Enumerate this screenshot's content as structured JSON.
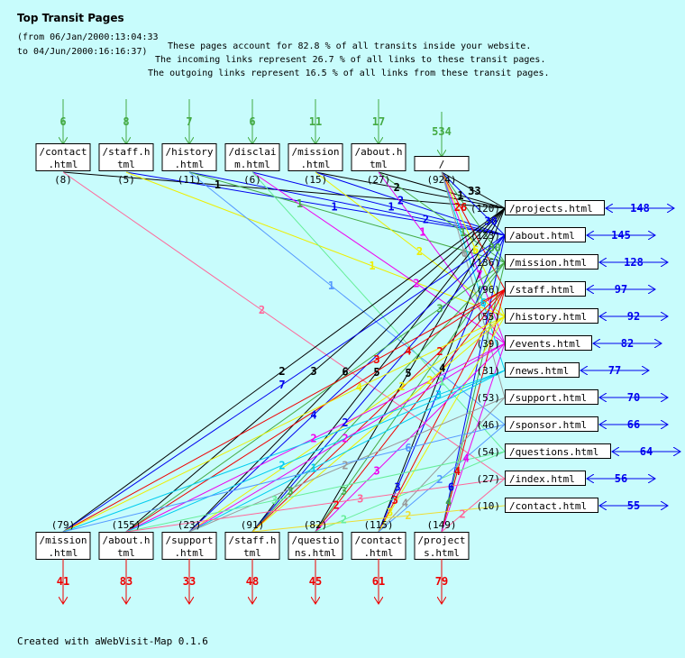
{
  "header": {
    "title": "Top Transit Pages",
    "period_from": "(from 06/Jan/2000:13:04:33",
    "period_to": "to 04/Jun/2000:16:16:37)",
    "stat1": "These pages account for 82.8 % of all transits inside your website.",
    "stat2": "The incoming links represent 26.7 % of all links to these transit pages.",
    "stat3": "The outgoing links represent 16.5 % of all links from these transit pages."
  },
  "footer": "Created with aWebVisit-Map 0.1.6",
  "colors": {
    "background": "#c8fcfc",
    "incoming": "#44aa44",
    "outgoing": "#ee0000",
    "transit": "#0000ee"
  },
  "top_nodes": [
    {
      "lines": [
        "/contact",
        ".html"
      ],
      "count": "(8)",
      "incoming": "6"
    },
    {
      "lines": [
        "/staff.h",
        "tml"
      ],
      "count": "(5)",
      "incoming": "8"
    },
    {
      "lines": [
        "/history",
        ".html"
      ],
      "count": "(11)",
      "incoming": "7"
    },
    {
      "lines": [
        "/disclai",
        "m.html"
      ],
      "count": "(6)",
      "incoming": "6"
    },
    {
      "lines": [
        "/mission",
        ".html"
      ],
      "count": "(15)",
      "incoming": "11"
    },
    {
      "lines": [
        "/about.h",
        "tml"
      ],
      "count": "(27)",
      "incoming": "17"
    },
    {
      "lines": [
        "/"
      ],
      "count": "(924)",
      "incoming": "534"
    }
  ],
  "transit_nodes": [
    {
      "label": "/projects.html",
      "count": "(120)",
      "transits": "148",
      "color": "#000000"
    },
    {
      "label": "/about.html",
      "count": "(123)",
      "transits": "145",
      "color": "#0000ee"
    },
    {
      "label": "/mission.html",
      "count": "(136)",
      "transits": "128",
      "color": "#44aa44"
    },
    {
      "label": "/staff.html",
      "count": "(96)",
      "transits": "97",
      "color": "#ee0000"
    },
    {
      "label": "/history.html",
      "count": "(55)",
      "transits": "92",
      "color": "#eeee00"
    },
    {
      "label": "/events.html",
      "count": "(39)",
      "transits": "82",
      "color": "#ee00ee"
    },
    {
      "label": "/news.html",
      "count": "(31)",
      "transits": "77",
      "color": "#00ccee"
    },
    {
      "label": "/support.html",
      "count": "(53)",
      "transits": "70",
      "color": "#999999"
    },
    {
      "label": "/sponsor.html",
      "count": "(46)",
      "transits": "66",
      "color": "#5599ff"
    },
    {
      "label": "/questions.html",
      "count": "(54)",
      "transits": "64",
      "color": "#66ee99"
    },
    {
      "label": "/index.html",
      "count": "(27)",
      "transits": "56",
      "color": "#ff6699"
    },
    {
      "label": "/contact.html",
      "count": "(10)",
      "transits": "55",
      "color": "#eedd33"
    }
  ],
  "bottom_nodes": [
    {
      "lines": [
        "/mission",
        ".html"
      ],
      "count": "(79)",
      "outgoing": "41"
    },
    {
      "lines": [
        "/about.h",
        "tml"
      ],
      "count": "(155)",
      "outgoing": "83"
    },
    {
      "lines": [
        "/support",
        ".html"
      ],
      "count": "(23)",
      "outgoing": "33"
    },
    {
      "lines": [
        "/staff.h",
        "tml"
      ],
      "count": "(91)",
      "outgoing": "48"
    },
    {
      "lines": [
        "/questio",
        "ns.html"
      ],
      "count": "(82)",
      "outgoing": "45"
    },
    {
      "lines": [
        "/contact",
        ".html"
      ],
      "count": "(115)",
      "outgoing": "61"
    },
    {
      "lines": [
        "/project",
        "s.html"
      ],
      "count": "(149)",
      "outgoing": "79"
    }
  ],
  "in_edges": [
    {
      "from": 0,
      "to": 0,
      "count": "1",
      "color": "#000000"
    },
    {
      "from": 0,
      "to": 10,
      "count": "2",
      "color": "#ff6699"
    },
    {
      "from": 1,
      "to": 1,
      "count": "1",
      "color": "#0000ee"
    },
    {
      "from": 1,
      "to": 4,
      "count": "1",
      "color": "#eeee00"
    },
    {
      "from": 2,
      "to": 1,
      "count": "2",
      "color": "#0000ee"
    },
    {
      "from": 2,
      "to": 2,
      "count": "1",
      "color": "#44aa44"
    },
    {
      "from": 2,
      "to": 8,
      "count": "1",
      "color": "#5599ff"
    },
    {
      "from": 3,
      "to": 1,
      "count": "1",
      "color": "#0000ee"
    },
    {
      "from": 3,
      "to": 5,
      "count": "2",
      "color": "#ee00ee"
    },
    {
      "from": 3,
      "to": 9,
      "count": "1",
      "color": "#66ee99"
    },
    {
      "from": 4,
      "to": 0,
      "count": "2",
      "color": "#000000"
    },
    {
      "from": 4,
      "to": 1,
      "count": "2",
      "color": "#0000ee"
    },
    {
      "from": 4,
      "to": 4,
      "count": "2",
      "color": "#eeee00"
    },
    {
      "from": 5,
      "to": 0,
      "count": "1",
      "color": "#000000"
    },
    {
      "from": 5,
      "to": 2,
      "count": "1",
      "color": "#44aa44"
    },
    {
      "from": 5,
      "to": 5,
      "count": "1",
      "color": "#ee00ee"
    },
    {
      "from": 6,
      "to": 0,
      "count": "33",
      "color": "#000000"
    },
    {
      "from": 6,
      "to": 1,
      "count": "30",
      "color": "#0000ee"
    },
    {
      "from": 6,
      "to": 2,
      "count": "30",
      "color": "#44aa44"
    },
    {
      "from": 6,
      "to": 3,
      "count": "26",
      "color": "#ee0000"
    },
    {
      "from": 6,
      "to": 4,
      "count": "6",
      "color": "#eeee00"
    },
    {
      "from": 6,
      "to": 5,
      "count": "7",
      "color": "#ee00ee"
    },
    {
      "from": 6,
      "to": 6,
      "count": "6",
      "color": "#00ccee"
    },
    {
      "from": 6,
      "to": 7,
      "count": "6",
      "color": "#999999"
    }
  ],
  "out_edges": [
    {
      "from": 0,
      "to": 0,
      "count": "2"
    },
    {
      "from": 0,
      "to": 1,
      "count": "3"
    },
    {
      "from": 0,
      "to": 2,
      "count": "6"
    },
    {
      "from": 0,
      "to": 3,
      "count": "5"
    },
    {
      "from": 0,
      "to": 4,
      "count": "5"
    },
    {
      "from": 0,
      "to": 5,
      "count": "4"
    },
    {
      "from": 1,
      "to": 0,
      "count": "7"
    },
    {
      "from": 1,
      "to": 2,
      "count": "4"
    },
    {
      "from": 1,
      "to": 3,
      "count": "2"
    },
    {
      "from": 1,
      "to": 5,
      "count": "3"
    },
    {
      "from": 1,
      "to": 6,
      "count": "6"
    },
    {
      "from": 2,
      "to": 1,
      "count": "3"
    },
    {
      "from": 2,
      "to": 3,
      "count": "3"
    },
    {
      "from": 2,
      "to": 4,
      "count": "3"
    },
    {
      "from": 2,
      "to": 6,
      "count": "4"
    },
    {
      "from": 3,
      "to": 0,
      "count": "3"
    },
    {
      "from": 3,
      "to": 1,
      "count": "4"
    },
    {
      "from": 3,
      "to": 3,
      "count": "2"
    },
    {
      "from": 3,
      "to": 4,
      "count": "2"
    },
    {
      "from": 3,
      "to": 5,
      "count": "3"
    },
    {
      "from": 3,
      "to": 6,
      "count": "4"
    },
    {
      "from": 4,
      "to": 0,
      "count": "4"
    },
    {
      "from": 4,
      "to": 2,
      "count": "2"
    },
    {
      "from": 4,
      "to": 3,
      "count": "2"
    },
    {
      "from": 4,
      "to": 5,
      "count": "3"
    },
    {
      "from": 5,
      "to": 1,
      "count": "2"
    },
    {
      "from": 5,
      "to": 2,
      "count": "2"
    },
    {
      "from": 5,
      "to": 4,
      "count": "3"
    },
    {
      "from": 5,
      "to": 6,
      "count": "4"
    },
    {
      "from": 6,
      "to": 0,
      "count": "3"
    },
    {
      "from": 6,
      "to": 1,
      "count": "2"
    },
    {
      "from": 6,
      "to": 2,
      "count": "1"
    },
    {
      "from": 7,
      "to": 2,
      "count": "2"
    },
    {
      "from": 7,
      "to": 5,
      "count": "4"
    },
    {
      "from": 8,
      "to": 0,
      "count": "6"
    },
    {
      "from": 8,
      "to": 5,
      "count": "2"
    },
    {
      "from": 9,
      "to": 1,
      "count": "3"
    },
    {
      "from": 9,
      "to": 4,
      "count": "2"
    },
    {
      "from": 10,
      "to": 1,
      "count": "3"
    },
    {
      "from": 10,
      "to": 6,
      "count": "2"
    },
    {
      "from": 11,
      "to": 3,
      "count": "2"
    }
  ]
}
